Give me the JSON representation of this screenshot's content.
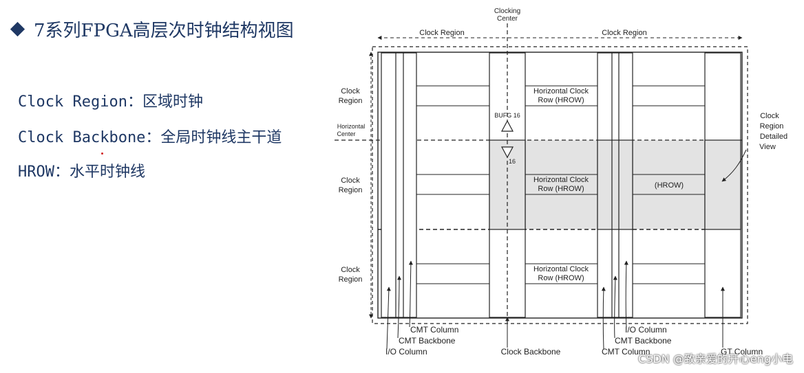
{
  "slide": {
    "title": "7系列FPGA高层次时钟结构视图",
    "terms": [
      {
        "term": "Clock Region：区域时钟"
      },
      {
        "term": "Clock Backbone：全局时钟线主干道"
      },
      {
        "term": "HROW：水平时钟线"
      }
    ]
  },
  "diagram": {
    "clocking_center": [
      "Clocking",
      "Center"
    ],
    "clock_region_top": "Clock Region",
    "left_labels": {
      "clock_region_1": [
        "Clock",
        "Region"
      ],
      "horizontal_center": [
        "Horizontal",
        "Center"
      ],
      "clock_region_2": [
        "Clock",
        "Region"
      ],
      "clock_region_3": [
        "Clock",
        "Region"
      ]
    },
    "hrow_labels": {
      "row1": [
        "Horizontal Clock",
        "Row (HROW)"
      ],
      "row2": [
        "Horizontal Clock",
        "Row (HROW)"
      ],
      "row2_right": "(HROW)",
      "row3": [
        "Horizontal Clock",
        "Row (HROW)"
      ]
    },
    "bufg": {
      "up_label": "BUFG 16",
      "down_label": "16"
    },
    "detail_label": [
      "Clock",
      "Region",
      "Detailed",
      "View"
    ],
    "bottom_labels": {
      "cmt_column": "CMT Column",
      "cmt_backbone": "CMT Backbone",
      "io_column": "I/O Column",
      "clock_backbone": "Clock Backbone",
      "io_column_right": "I/O Column",
      "cmt_backbone_right": "CMT Backbone",
      "cmt_column_right": "CMT Column",
      "gt_column": "GT Column"
    },
    "colors": {
      "shade": "#e3e3e3",
      "line": "#222222",
      "title": "#1f3864"
    }
  },
  "watermark": "CSDN @致亲爱的开心eng小电"
}
